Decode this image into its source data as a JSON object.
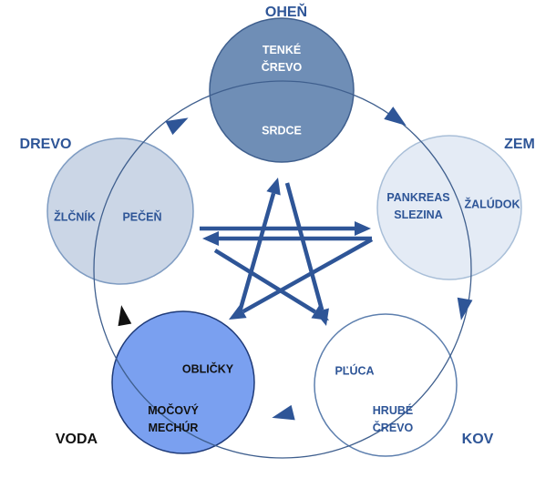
{
  "elements": [
    {
      "id": "ohen",
      "label": "OHEŇ",
      "label_color": "#2e5597",
      "fill": "#6f8eb6",
      "fill_opacity": 1,
      "stroke": "#3f5f8e",
      "organs": [
        {
          "lines": [
            "TENKÉ",
            "ČREVO"
          ],
          "color": "#ffffff"
        },
        {
          "lines": [
            "SRDCE"
          ],
          "color": "#ffffff"
        }
      ]
    },
    {
      "id": "zem",
      "label": "ZEM",
      "label_color": "#2e5597",
      "fill": "#e4ebf5",
      "fill_opacity": 1,
      "stroke": "#a9bfd8",
      "organs": [
        {
          "lines": [
            "PANKREAS",
            "SLEZINA"
          ],
          "color": "#2e5597"
        },
        {
          "lines": [
            "ŽALÚDOK"
          ],
          "color": "#2e5597"
        }
      ]
    },
    {
      "id": "kov",
      "label": "KOV",
      "label_color": "#2e5597",
      "fill": "#ffffff",
      "fill_opacity": 1,
      "stroke": "#5d7fae",
      "organs": [
        {
          "lines": [
            "PĽÚCA"
          ],
          "color": "#2e5597"
        },
        {
          "lines": [
            "HRUBÉ",
            "ČREVO"
          ],
          "color": "#2e5597"
        }
      ]
    },
    {
      "id": "voda",
      "label": "VODA",
      "label_color": "#111111",
      "fill": "#7aa0f0",
      "fill_opacity": 1,
      "stroke": "#1e3a78",
      "organs": [
        {
          "lines": [
            "OBLIČKY"
          ],
          "color": "#111111"
        },
        {
          "lines": [
            "MOČOVÝ",
            "MECHÚR"
          ],
          "color": "#111111"
        }
      ]
    },
    {
      "id": "drevo",
      "label": "DREVO",
      "label_color": "#2e5597",
      "fill": "#cbd6e6",
      "fill_opacity": 1,
      "stroke": "#7f9cc2",
      "organs": [
        {
          "lines": [
            "ŽLČNÍK"
          ],
          "color": "#2e5597"
        },
        {
          "lines": [
            "PEČEŇ"
          ],
          "color": "#2e5597"
        }
      ]
    }
  ],
  "colors": {
    "cycle_line": "#3f5f8e",
    "arrow": "#2e5597",
    "star": "#2e5597",
    "black_arrow": "#111111"
  }
}
